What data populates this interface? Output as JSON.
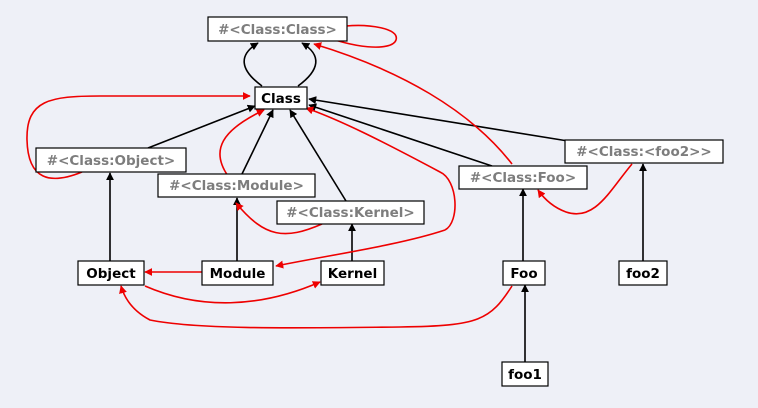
{
  "colors": {
    "background": "#eef0f7",
    "superclass_edge": "#000000",
    "metaclass_edge": "#ee0000",
    "meta_label": "#7d7d7d"
  },
  "nodes": {
    "class_class": {
      "label": "#<Class:Class>",
      "kind": "meta"
    },
    "class": {
      "label": "Class",
      "kind": "plain"
    },
    "class_object": {
      "label": "#<Class:Object>",
      "kind": "meta"
    },
    "class_module": {
      "label": "#<Class:Module>",
      "kind": "meta"
    },
    "class_kernel": {
      "label": "#<Class:Kernel>",
      "kind": "meta"
    },
    "class_foo": {
      "label": "#<Class:Foo>",
      "kind": "meta"
    },
    "class_foo2": {
      "label": "#<Class:<foo2>>",
      "kind": "meta"
    },
    "object": {
      "label": "Object",
      "kind": "plain"
    },
    "module": {
      "label": "Module",
      "kind": "plain"
    },
    "kernel": {
      "label": "Kernel",
      "kind": "plain"
    },
    "foo": {
      "label": "Foo",
      "kind": "plain"
    },
    "foo2": {
      "label": "foo2",
      "kind": "plain"
    },
    "foo1": {
      "label": "foo1",
      "kind": "plain"
    }
  }
}
